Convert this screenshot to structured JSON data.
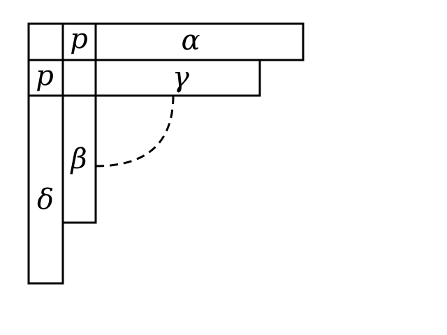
{
  "labels": {
    "corner_top_p": "p",
    "alpha": "α",
    "corner_left_p": "p",
    "gamma": "γ",
    "beta": "β",
    "delta": "δ"
  }
}
